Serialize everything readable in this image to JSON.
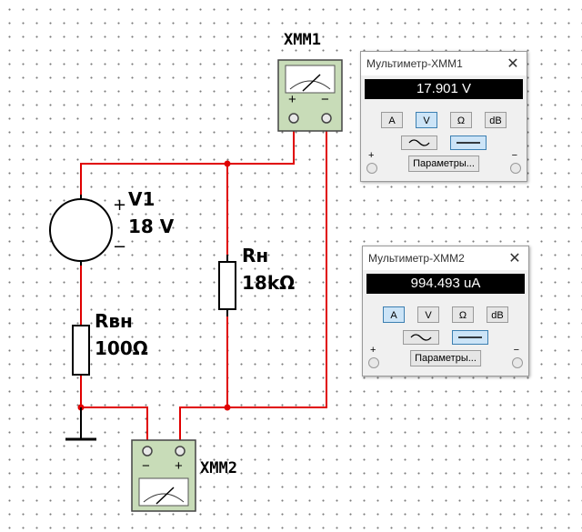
{
  "colors": {
    "wire": "#e00000",
    "junction": "#e00000",
    "component": "#000000"
  },
  "schematic": {
    "source": {
      "name": "V1",
      "value": "18 V",
      "plus": "+",
      "minus": "−"
    },
    "load": {
      "name": "Rн",
      "value": "18kΩ"
    },
    "internal": {
      "name": "Rвн",
      "value": "100Ω"
    },
    "meter1": {
      "name": "XMM1",
      "plus": "+",
      "minus": "−"
    },
    "meter2": {
      "name": "XMM2",
      "plus": "+",
      "minus": "−"
    }
  },
  "panel1": {
    "title": "Мультиметр-XMM1",
    "close_icon": "close-icon",
    "reading": "17.901 V",
    "modes": [
      "A",
      "V",
      "Ω",
      "dB"
    ],
    "active_mode": "V",
    "waves": [
      "ac-wave-icon",
      "dc-line-icon"
    ],
    "active_wave": "dc-line-icon",
    "params_label": "Параметры...",
    "term_plus": "+",
    "term_minus": "−"
  },
  "panel2": {
    "title": "Мультиметр-XMM2",
    "close_icon": "close-icon",
    "reading": "994.493 uA",
    "modes": [
      "A",
      "V",
      "Ω",
      "dB"
    ],
    "active_mode": "A",
    "waves": [
      "ac-wave-icon",
      "dc-line-icon"
    ],
    "active_wave": "dc-line-icon",
    "params_label": "Параметры...",
    "term_plus": "+",
    "term_minus": "−"
  }
}
